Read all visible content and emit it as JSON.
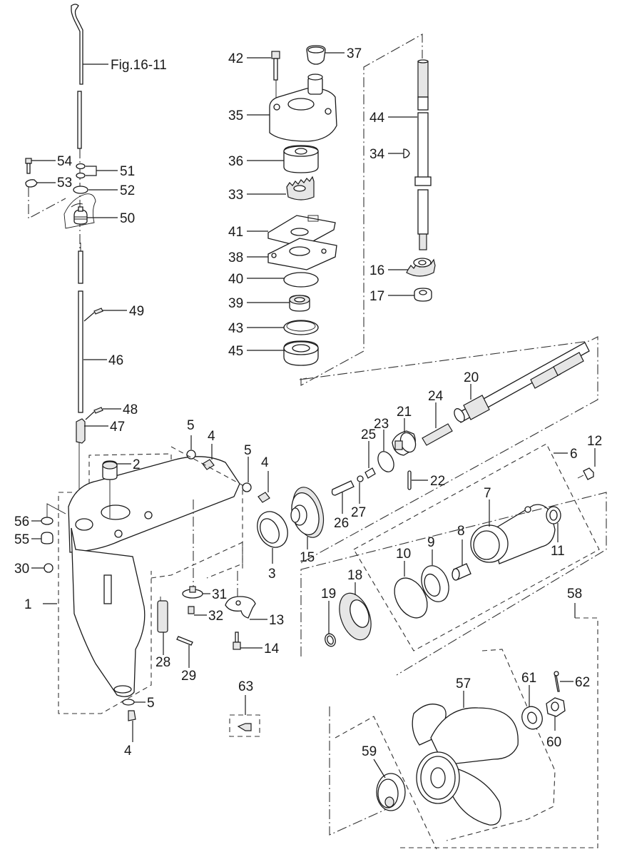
{
  "diagram": {
    "title": "Lower unit exploded parts view",
    "reference": "Fig.16-11",
    "callouts": {
      "c1": "1",
      "c2": "2",
      "c3": "3",
      "c4a": "4",
      "c4b": "4",
      "c4c": "4",
      "c5a": "5",
      "c5b": "5",
      "c5c": "5",
      "c6": "6",
      "c7": "7",
      "c8": "8",
      "c9": "9",
      "c10": "10",
      "c11": "11",
      "c12": "12",
      "c13": "13",
      "c14": "14",
      "c15": "15",
      "c16": "16",
      "c17": "17",
      "c18": "18",
      "c19": "19",
      "c20": "20",
      "c21": "21",
      "c22": "22",
      "c23": "23",
      "c24": "24",
      "c25": "25",
      "c26": "26",
      "c27": "27",
      "c28": "28",
      "c29": "29",
      "c30": "30",
      "c31": "31",
      "c32": "32",
      "c33": "33",
      "c34": "34",
      "c35": "35",
      "c36": "36",
      "c37": "37",
      "c38": "38",
      "c39": "39",
      "c40": "40",
      "c41": "41",
      "c42": "42",
      "c43": "43",
      "c44": "44",
      "c45": "45",
      "c46": "46",
      "c47": "47",
      "c48": "48",
      "c49": "49",
      "c50": "50",
      "c51": "51",
      "c52": "52",
      "c53": "53",
      "c54": "54",
      "c55": "55",
      "c56": "56",
      "c57": "57",
      "c58": "58",
      "c59": "59",
      "c60": "60",
      "c61": "61",
      "c62": "62",
      "c63": "63"
    }
  }
}
